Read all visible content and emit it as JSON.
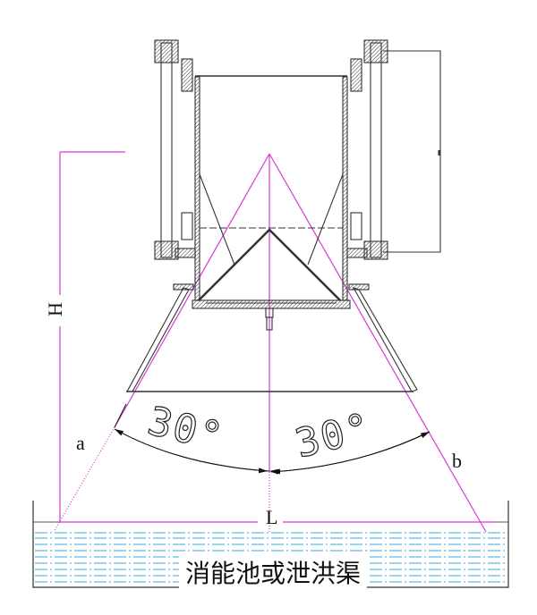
{
  "labels": {
    "height": "H",
    "length": "L",
    "side_a": "a",
    "side_b": "b",
    "angle_left": "30°",
    "angle_right": "30°",
    "pool": "消能池或泄洪渠"
  },
  "colors": {
    "construction": "#d63ad6",
    "water": "#3aa8e0",
    "drawing": "#333333"
  }
}
